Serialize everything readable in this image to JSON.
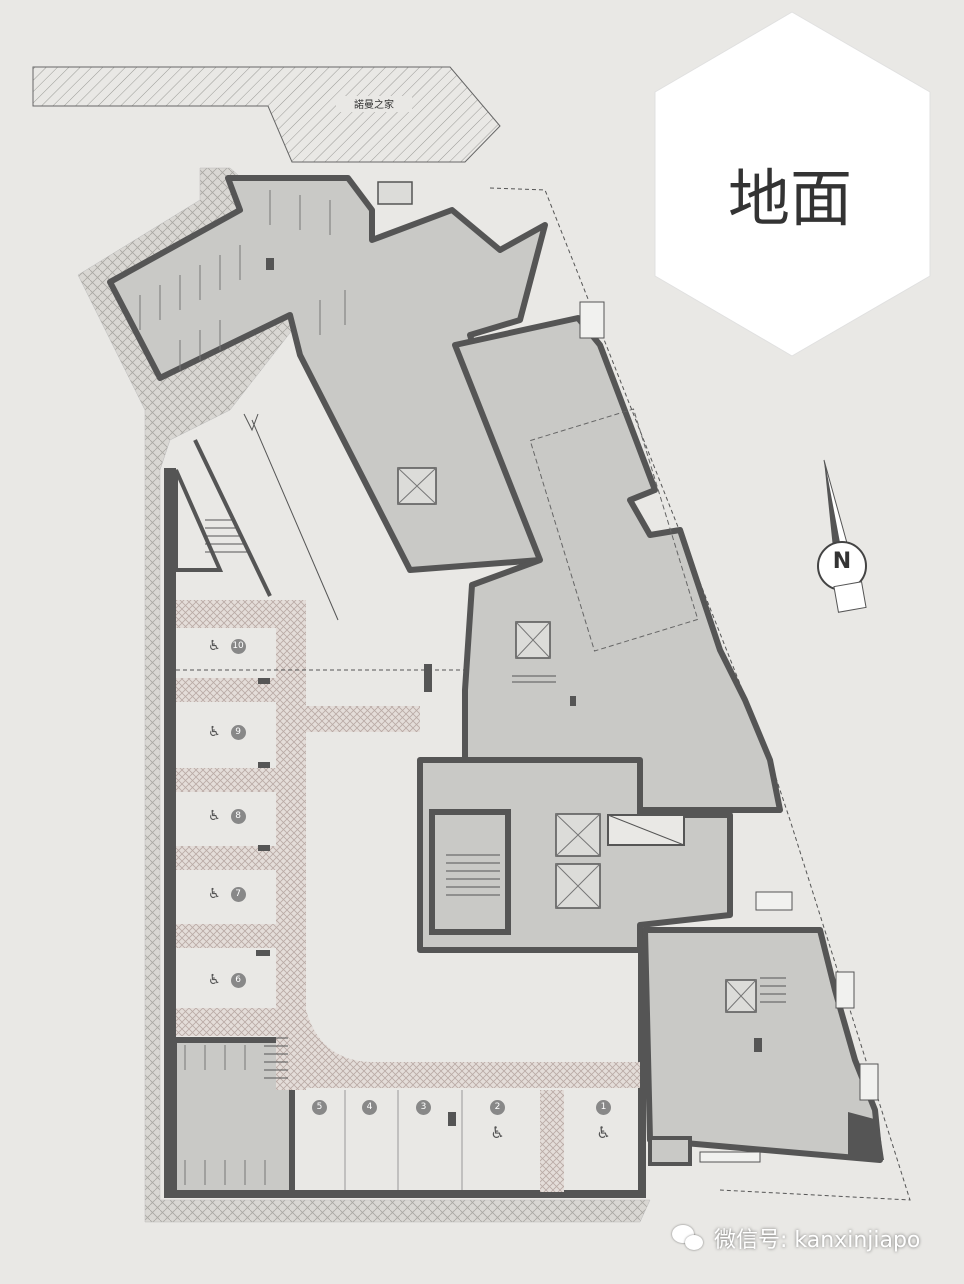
{
  "plan": {
    "level_title": "地面",
    "neighbour_label": "諾曼之家",
    "north_label": "N"
  },
  "parking_bays": [
    {
      "number": "10",
      "accessible": true
    },
    {
      "number": "9",
      "accessible": true
    },
    {
      "number": "8",
      "accessible": true
    },
    {
      "number": "7",
      "accessible": true
    },
    {
      "number": "6",
      "accessible": true
    },
    {
      "number": "5",
      "accessible": false
    },
    {
      "number": "4",
      "accessible": false
    },
    {
      "number": "3",
      "accessible": false
    },
    {
      "number": "2",
      "accessible": true
    },
    {
      "number": "1",
      "accessible": true
    }
  ],
  "icons": {
    "accessible": "wheelchair-icon",
    "north": "north-arrow-icon",
    "watermark": "wechat-icon"
  },
  "colors": {
    "background": "#e9e8e5",
    "room_fill": "#c9c9c6",
    "wall": "#555555",
    "crosshatch": "#bfb7b3",
    "badge": "#ffffff"
  },
  "watermark": {
    "text": "微信号: kanxinjiapo"
  }
}
